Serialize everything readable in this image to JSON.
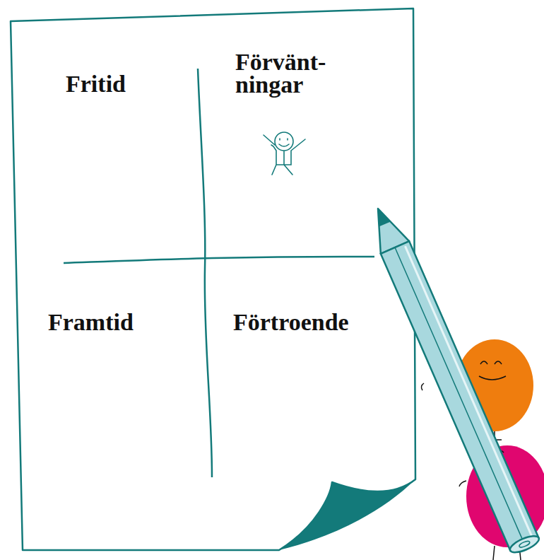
{
  "diagram": {
    "nodes": [
      {
        "text": [
          "Fritid",
          "Förvänt- ningar",
          "Framtid",
          "Förtroende"
        ]
      }
    ]
  }
}
